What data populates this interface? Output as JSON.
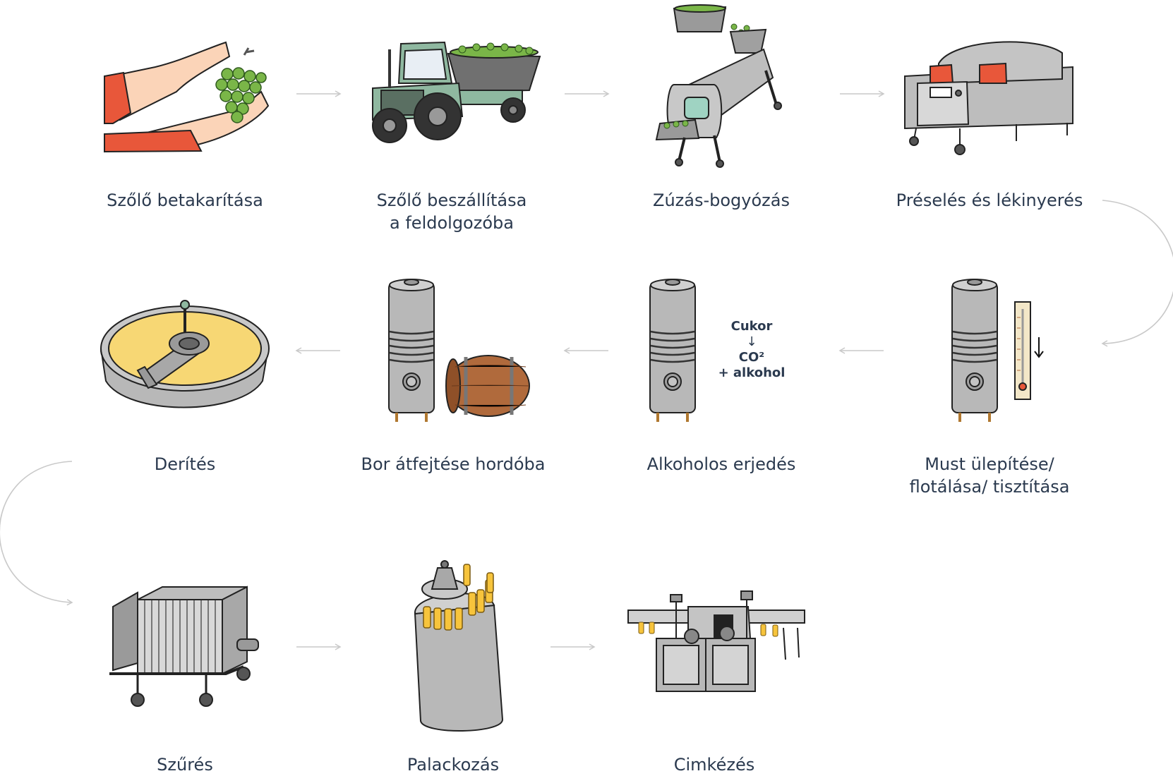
{
  "steps": [
    {
      "id": "harvest",
      "label": "Szőlő betakarítása"
    },
    {
      "id": "delivery",
      "label_line1": "Szőlő beszállítása",
      "label_line2": "a feldolgozóba"
    },
    {
      "id": "crushing",
      "label": "Zúzás-bogyózás"
    },
    {
      "id": "pressing",
      "label": "Préselés és lékinyerés"
    },
    {
      "id": "settling",
      "label_line1": "Must ülepítése/",
      "label_line2": "flotálása/ tisztítása"
    },
    {
      "id": "fermentation",
      "label": "Alkoholos erjedés"
    },
    {
      "id": "racking",
      "label": "Bor átfejtése hordóba"
    },
    {
      "id": "fining",
      "label": "Derítés"
    },
    {
      "id": "filtering",
      "label": "Szűrés"
    },
    {
      "id": "bottling",
      "label": "Palackozás"
    },
    {
      "id": "labeling",
      "label": "Cimkézés"
    }
  ],
  "fermentation_formula": {
    "line1": "Cukor",
    "arrow": "↓",
    "line2": "CO²",
    "line3": "+ alkohol"
  },
  "colors": {
    "text": "#2b3a4f",
    "arrow": "#c9c9c9",
    "grape": "#7ab648",
    "steel": "#b8b8b8",
    "barrel": "#b06a3c",
    "liquid": "#f7d774",
    "sleeve": "#e8573a",
    "tractor": "#8fb8a0"
  }
}
